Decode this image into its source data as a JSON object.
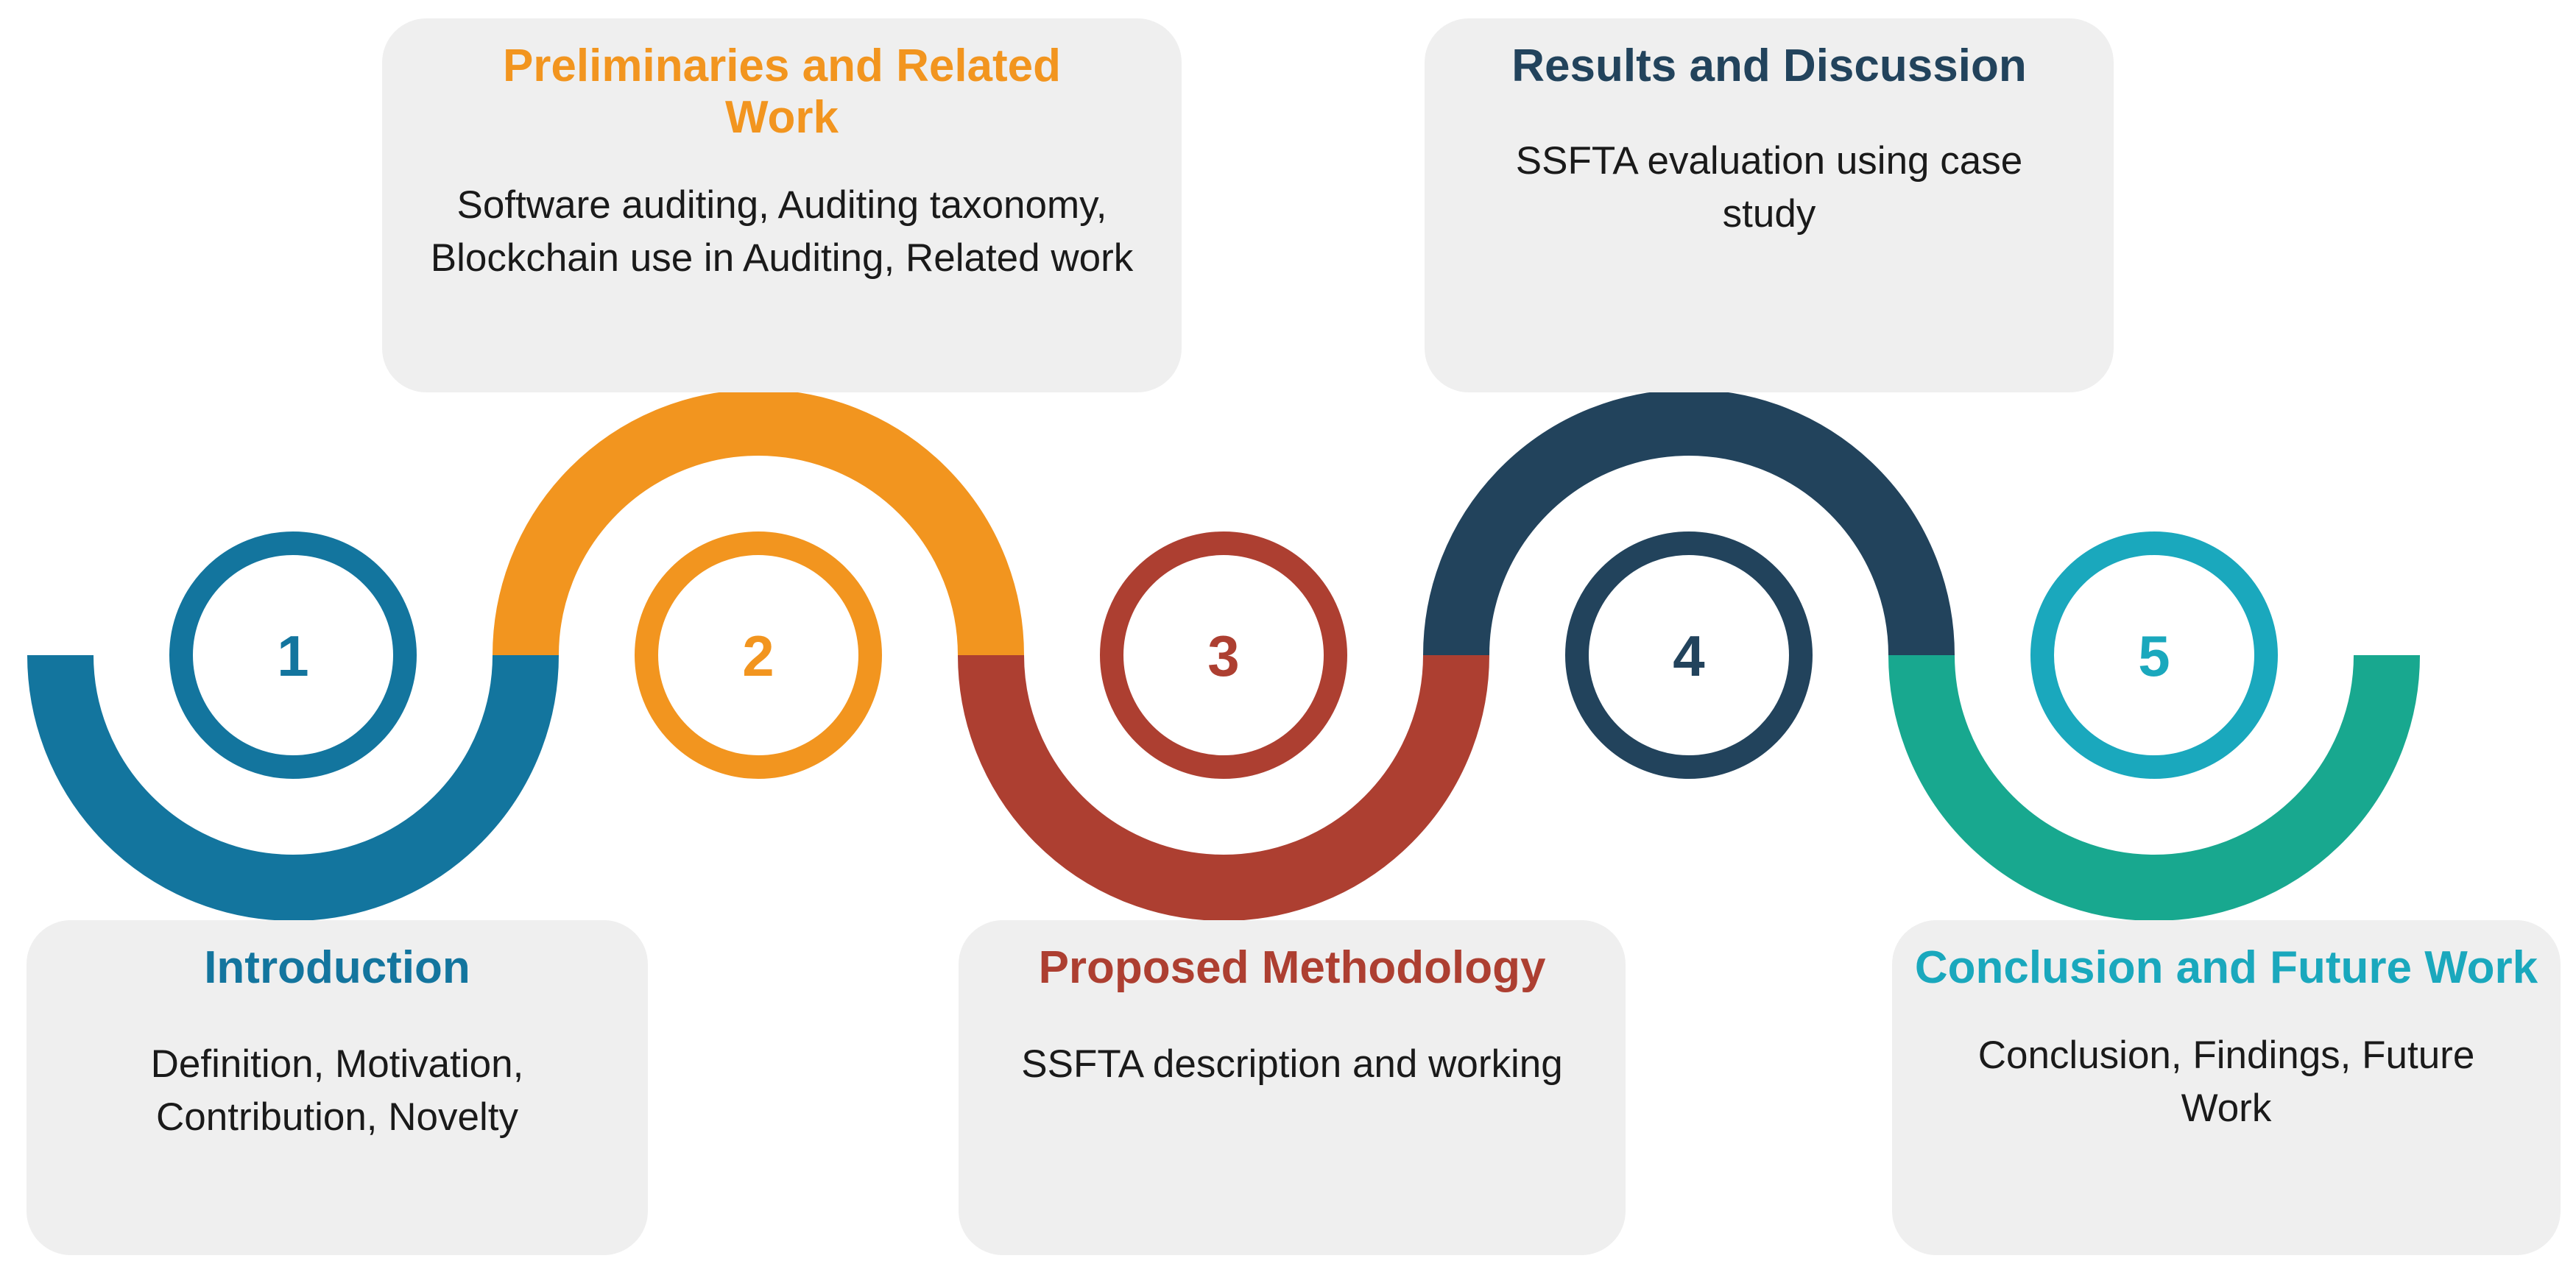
{
  "colors": {
    "step1": "#13759e",
    "step2": "#f2951f",
    "step3": "#ad3f31",
    "step4": "#22435c",
    "step5_ring": "#1aa8bd",
    "step5_arc": "#18a88f",
    "card_bg": "#efefef",
    "text": "#1a1a1a"
  },
  "steps": [
    {
      "number": "1",
      "title": "Introduction",
      "description": "Definition, Motivation, Contribution, Novelty"
    },
    {
      "number": "2",
      "title": "Preliminaries and Related Work",
      "description": "Software auditing, Auditing taxonomy, Blockchain use in Auditing, Related work"
    },
    {
      "number": "3",
      "title": "Proposed Methodology",
      "description": "SSFTA description and working"
    },
    {
      "number": "4",
      "title": "Results and Discussion",
      "description": "SSFTA evaluation using case study"
    },
    {
      "number": "5",
      "title": "Conclusion and Future Work",
      "description": "Conclusion, Findings, Future Work"
    }
  ]
}
